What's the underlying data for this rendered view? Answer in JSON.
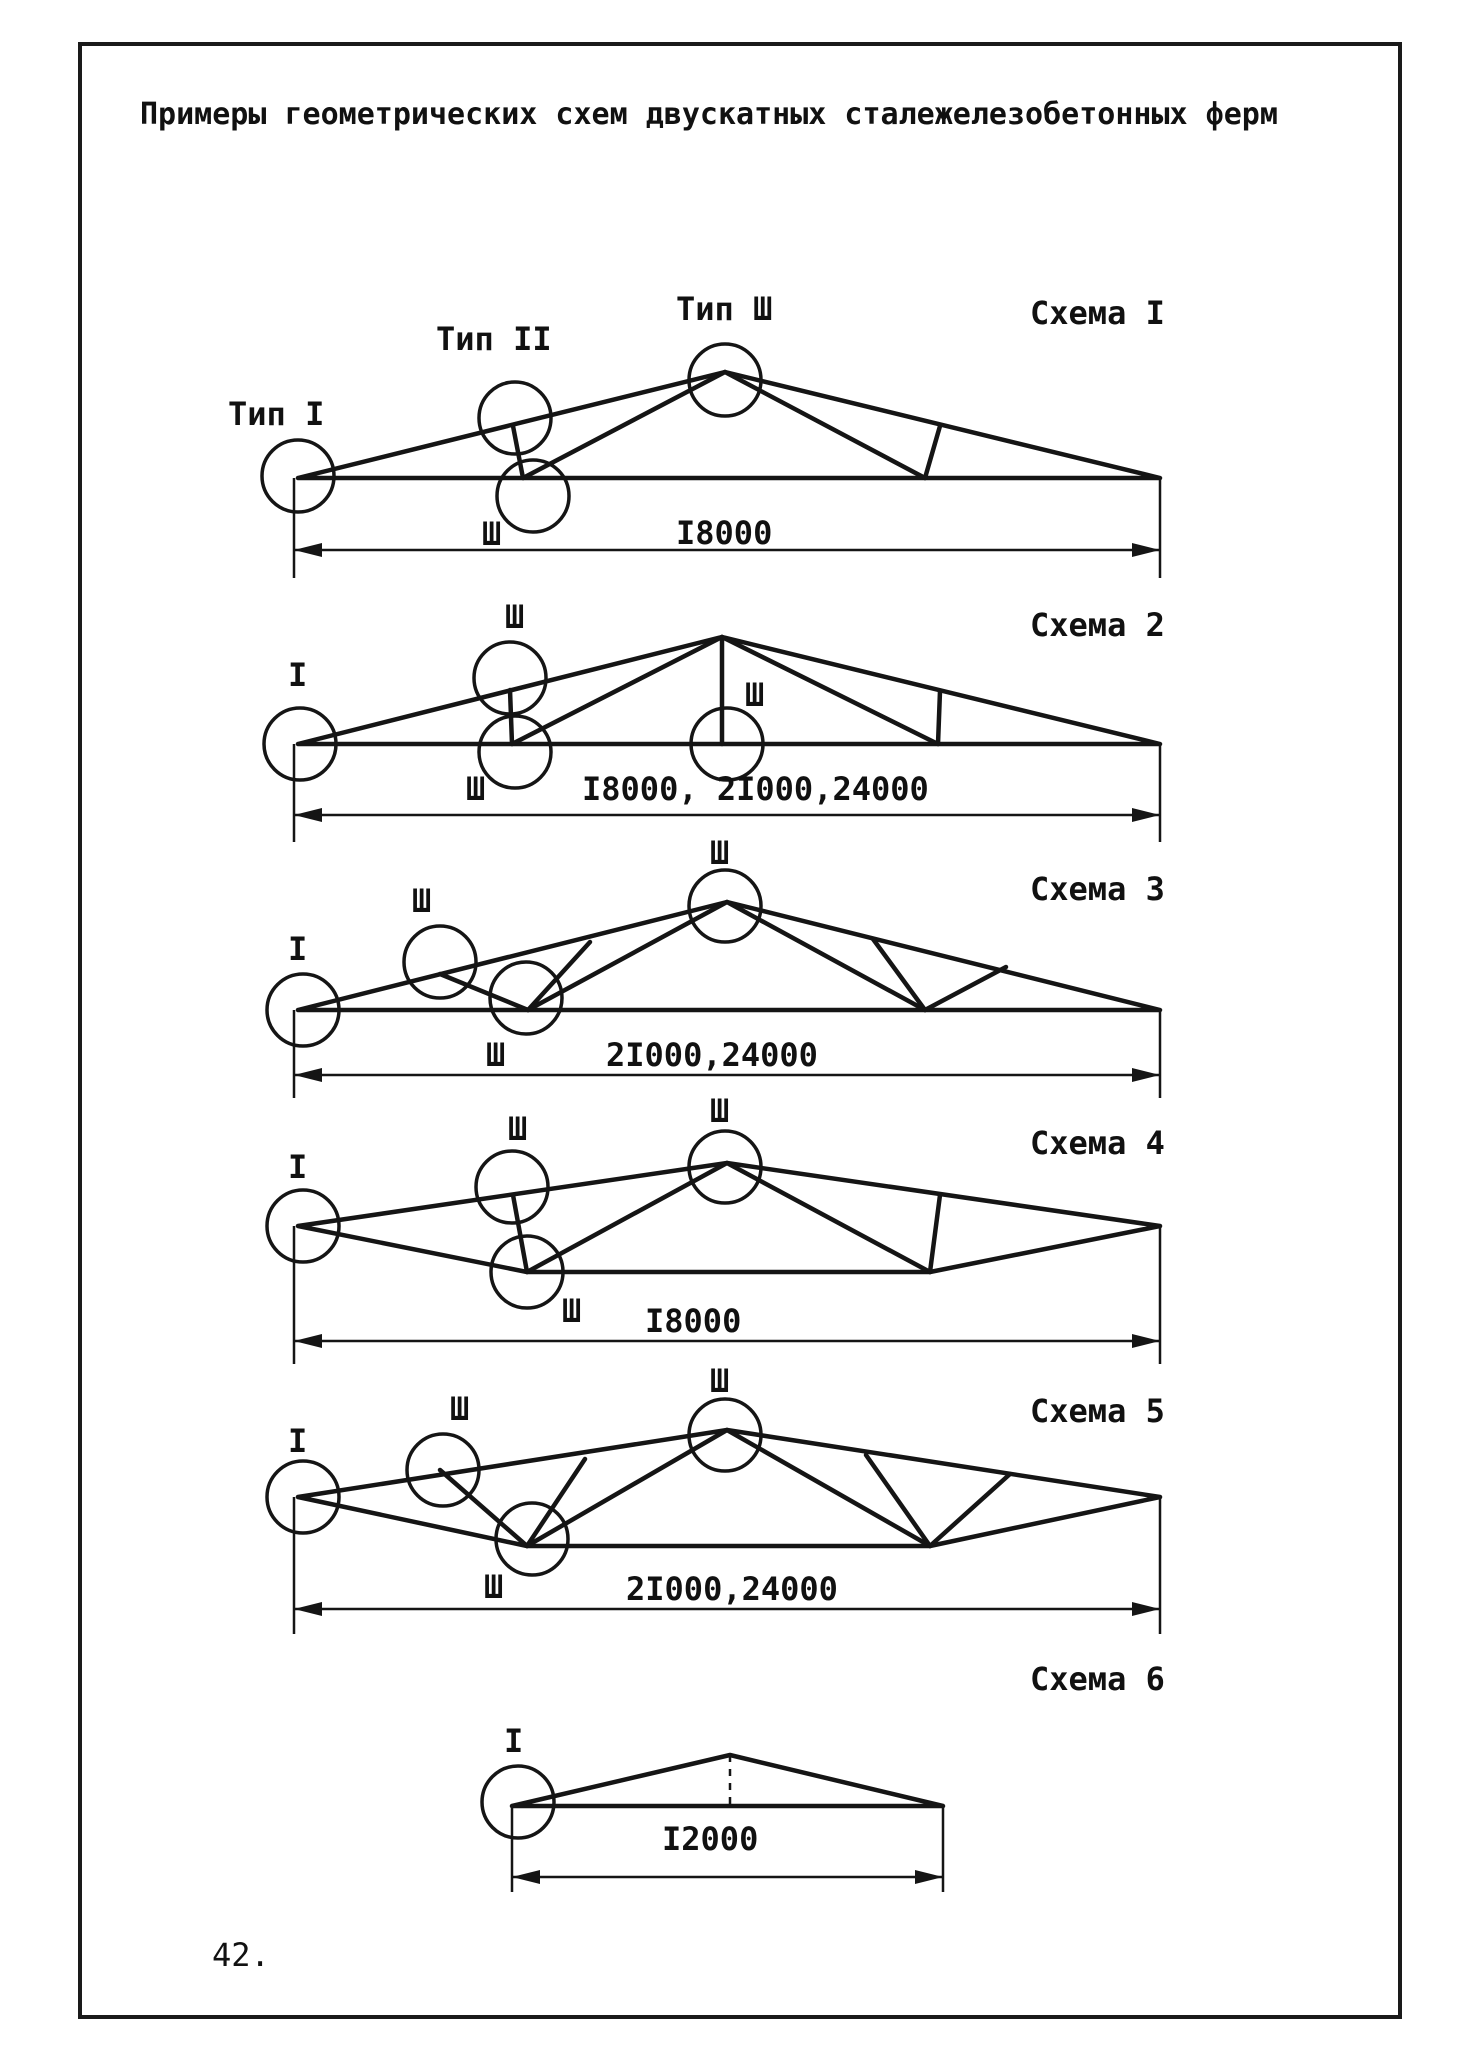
{
  "title": "Примеры геометрических схем двускатных сталежелезобетонных ферм",
  "page_number": "42.",
  "colors": {
    "ink": "#151515",
    "paper": "#ffffff"
  },
  "schemes": [
    {
      "name": "Схема I",
      "span": "I8000",
      "labels": {
        "left_support": "Тип I",
        "upper_node": "Тип II",
        "ridge": "Тип Ш",
        "lower_node": "Ш"
      }
    },
    {
      "name": "Схема 2",
      "span": "I8000, 2I000,24000",
      "labels": {
        "left_support": "I",
        "upper_node": "Ш",
        "lower_node": "Ш",
        "center_node": "Ш"
      }
    },
    {
      "name": "Схема 3",
      "span": "2I000,24000",
      "labels": {
        "left_support": "I",
        "upper_node": "Ш",
        "ridge": "Ш",
        "lower_node": "Ш"
      }
    },
    {
      "name": "Схема 4",
      "span": "I8000",
      "labels": {
        "left_support": "I",
        "upper_node": "Ш",
        "ridge": "Ш",
        "lower_node": "Ш"
      }
    },
    {
      "name": "Схема 5",
      "span": "2I000,24000",
      "labels": {
        "left_support": "I",
        "upper_node": "Ш",
        "ridge": "Ш",
        "lower_node": "Ш"
      }
    },
    {
      "name": "Схема 6",
      "span": "I2000",
      "labels": {
        "left_support": "I"
      }
    }
  ]
}
